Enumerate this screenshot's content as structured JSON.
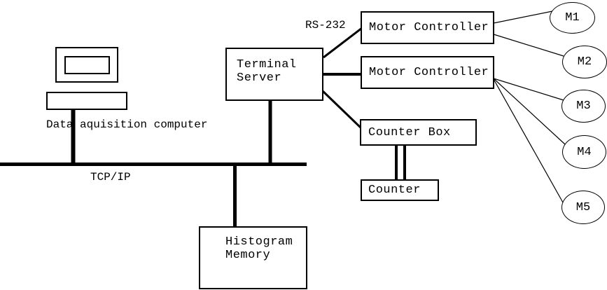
{
  "colors": {
    "background": "#ffffff",
    "line": "#000000",
    "text": "#000000"
  },
  "labels": {
    "computer_caption": "Data aquisition computer",
    "bus_label": "TCP/IP",
    "serial_label": "RS-232"
  },
  "nodes": {
    "terminal_server": {
      "line1": "Terminal",
      "line2": "Server"
    },
    "motor_controller_top": {
      "label": "Motor Controller"
    },
    "motor_controller_bottom": {
      "label": "Motor Controller"
    },
    "counter_box": {
      "label": "Counter Box"
    },
    "counter": {
      "label": "Counter"
    },
    "histogram_memory": {
      "line1": "Histogram",
      "line2": "Memory"
    },
    "motors": [
      {
        "label": "M1"
      },
      {
        "label": "M2"
      },
      {
        "label": "M3"
      },
      {
        "label": "M4"
      },
      {
        "label": "M5"
      }
    ]
  }
}
